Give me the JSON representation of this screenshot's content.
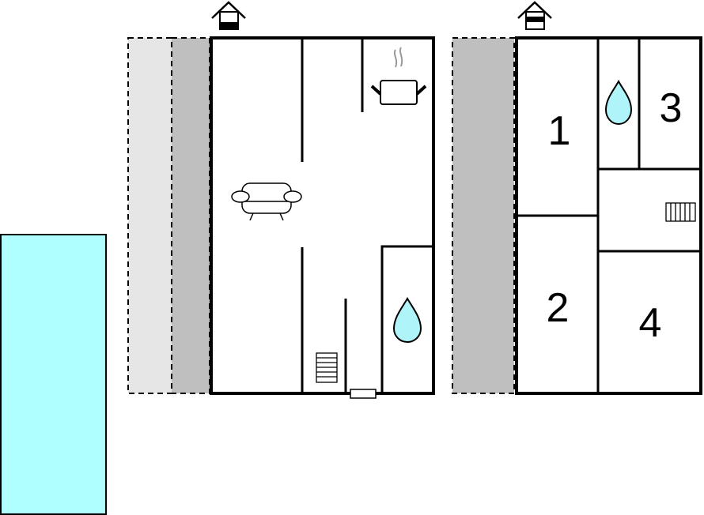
{
  "floor_plan": {
    "ground_floor": {
      "icons": [
        "house-entrance-icon",
        "kitchen-pot-icon",
        "sofa-icon",
        "stairs-icon",
        "water-drop-icon",
        "door-icon"
      ]
    },
    "upper_floor": {
      "rooms": [
        {
          "label": "1"
        },
        {
          "label": "2"
        },
        {
          "label": "3"
        },
        {
          "label": "4"
        }
      ],
      "icons": [
        "house-floor-icon",
        "water-drop-icon",
        "radiator-icon"
      ]
    },
    "pool": {
      "icon": "pool-area"
    },
    "colors": {
      "wall": "#000000",
      "terrace_light": "#e6e6e6",
      "terrace_dark": "#bfbfbf",
      "pool": "#b0ffff",
      "water": "#aef4f8"
    }
  }
}
